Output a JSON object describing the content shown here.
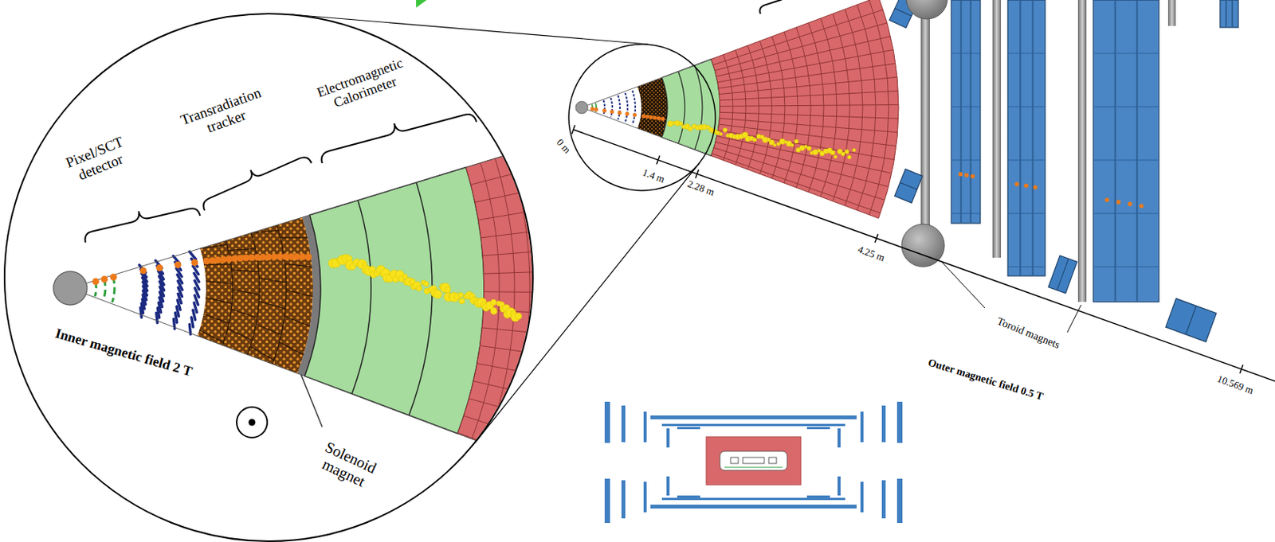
{
  "diagram": {
    "labels": [
      "Pixel/SCT detector",
      "Transradiation tracker",
      "Electromagnetic Calorimeter",
      "Inner magnetic field 2 T",
      "Solenoid magnet",
      "0 m",
      "1.4 m",
      "2.28 m",
      "4.25 m",
      "Toroid magnets",
      "Outer magnetic field 0.5 T",
      "10.569 m"
    ]
  }
}
